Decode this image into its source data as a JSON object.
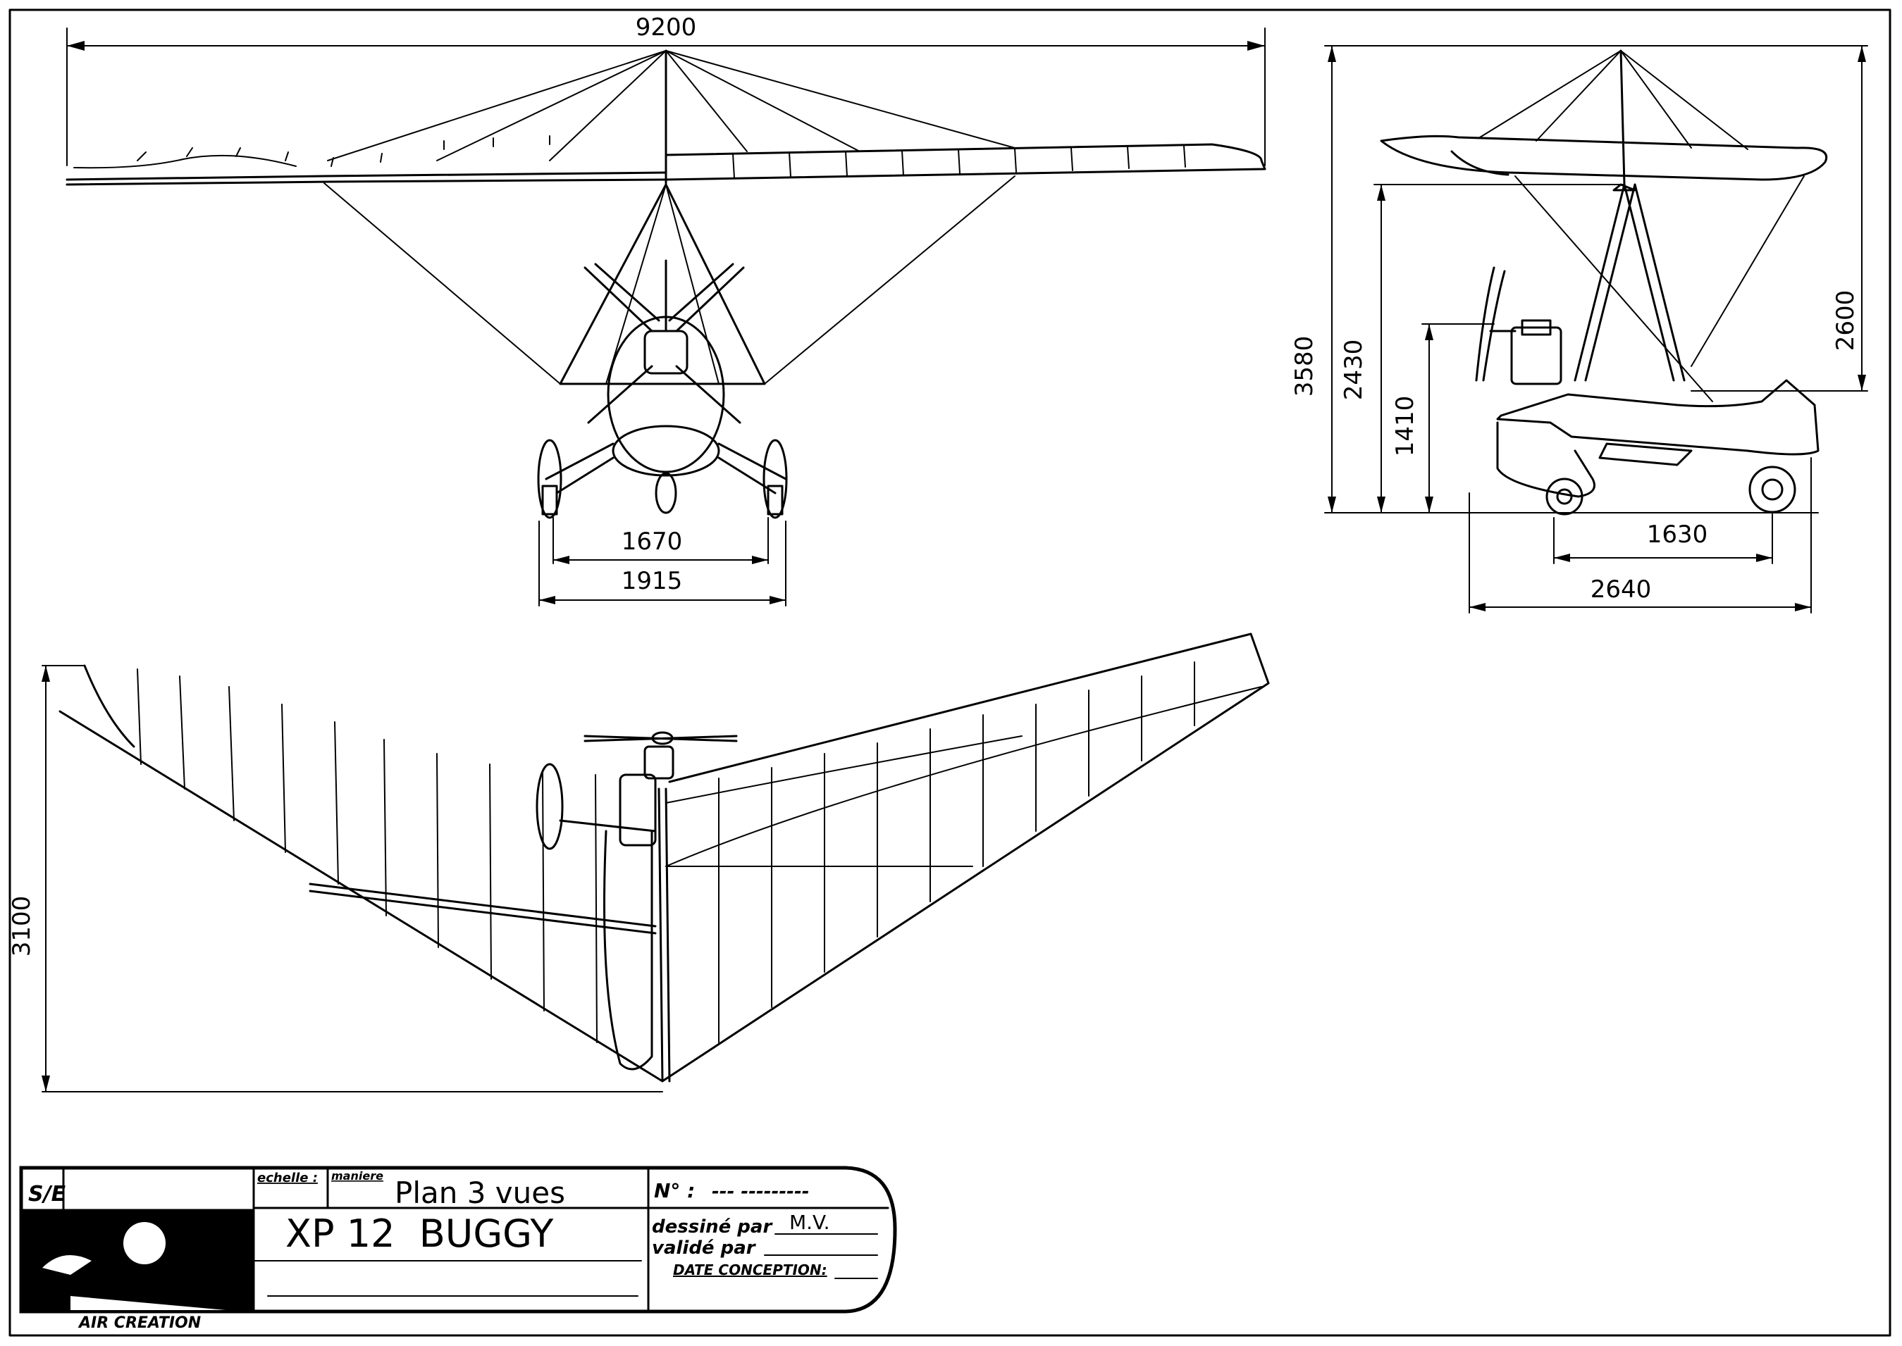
{
  "dimensions": {
    "span": "9200",
    "track_outer": "1915",
    "track_inner": "1670",
    "overall_height": "3580",
    "height_2430": "2430",
    "height_1410": "1410",
    "height_2600": "2600",
    "wheelbase": "1630",
    "length": "2640",
    "wing_chord": "3100"
  },
  "title_block": {
    "corner_mark": "S/E",
    "scale_label": "echelle :",
    "manner_label": "maniere",
    "plan_title": "Plan 3 vues",
    "aircraft_name": "XP 12  BUGGY",
    "number_label": "N° :",
    "number_value": "--- ---------",
    "drawn_by_label": "dessiné par",
    "drawn_by_value": "M.V.",
    "validated_by_label": "validé par",
    "design_date_label": "DATE CONCEPTION:",
    "company": "AIR CREATION"
  }
}
